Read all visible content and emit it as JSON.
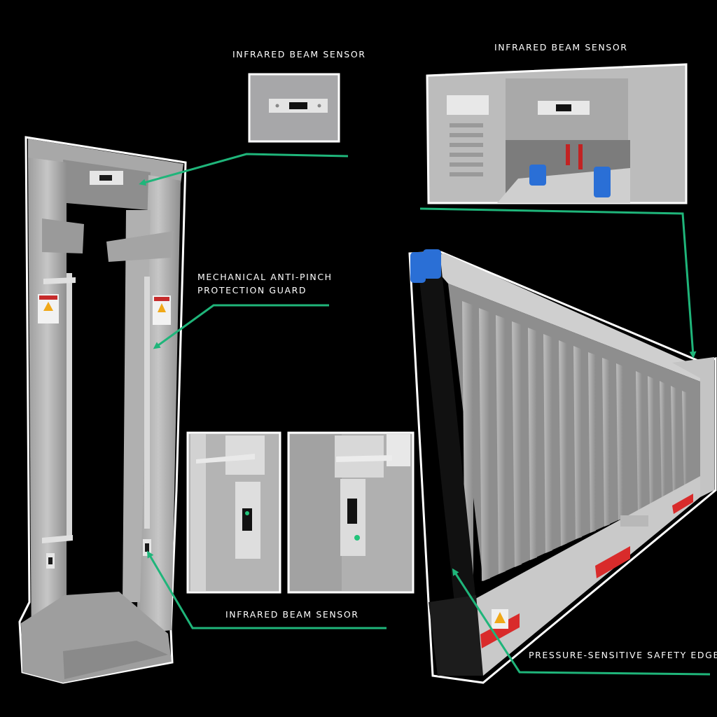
{
  "labels": {
    "sensor_top_center": "INFRARED BEAM SENSOR",
    "sensor_top_right": "INFRARED BEAM SENSOR",
    "anti_pinch_line1": "MECHANICAL ANTI-PINCH",
    "anti_pinch_line2": "PROTECTION GUARD",
    "sensor_bottom": "INFRARED BEAM SENSOR",
    "pressure_edge": "PRESSURE-SENSITIVE SAFETY EDGE"
  },
  "colors": {
    "background": "#000000",
    "callout_line": "#1fb57a",
    "metal": "#b9b9b9",
    "outline": "#ffffff",
    "sensor_blue": "#2a6fd6",
    "reflector_red": "#d92b2b"
  }
}
